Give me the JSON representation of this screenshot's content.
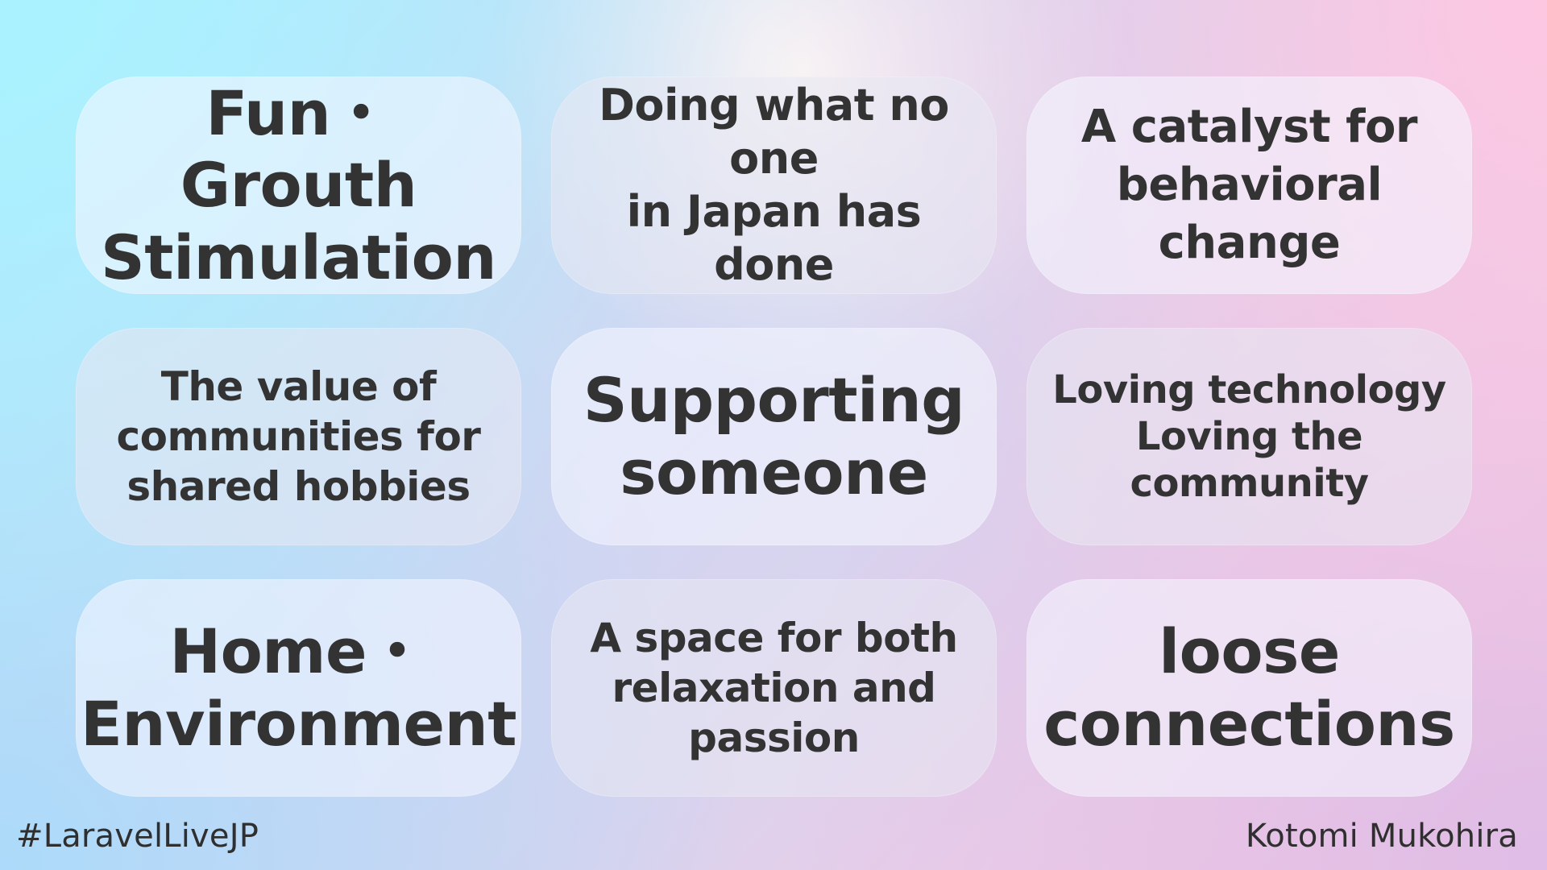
{
  "cards": [
    {
      "lines": [
        "Fun・Grouth",
        "Stimulation"
      ]
    },
    {
      "lines": [
        "Doing what no one",
        "in Japan has done"
      ]
    },
    {
      "lines": [
        "A catalyst for",
        "behavioral",
        "change"
      ]
    },
    {
      "lines": [
        "The value of",
        "communities for",
        "shared hobbies"
      ]
    },
    {
      "lines": [
        "Supporting",
        "someone"
      ]
    },
    {
      "lines": [
        "Loving technology",
        "Loving the",
        "community"
      ]
    },
    {
      "lines": [
        "Home・",
        "Environment"
      ]
    },
    {
      "lines": [
        "A space for both",
        "relaxation and",
        "passion"
      ]
    },
    {
      "lines": [
        "loose",
        "connections"
      ]
    }
  ],
  "footer": {
    "hashtag": "#LaravelLiveJP",
    "author": "Kotomi Mukohira"
  }
}
